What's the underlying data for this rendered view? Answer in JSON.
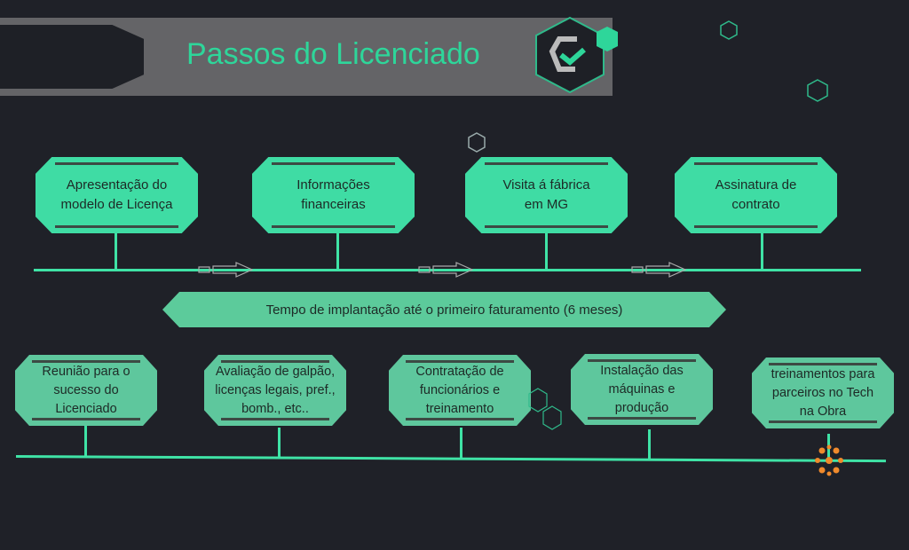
{
  "title": "Passos do Licenciado",
  "top_steps": [
    "Apresentação do modelo de Licença",
    "Informações financeiras",
    "Visita á fábrica em MG",
    "Assinatura de contrato"
  ],
  "banner": "Tempo de implantação até o primeiro faturamento (6 meses)",
  "bottom_steps": [
    "Reunião para o sucesso do Licenciado",
    "Avaliação de galpão, licenças legais, pref., bomb., etc..",
    "Contratação de funcionários e treinamento",
    "Instalação das máquinas e produção",
    "treinamentos para parceiros no Tech na Obra"
  ],
  "colors": {
    "accent": "#3fdca4",
    "background": "#1f2128",
    "header": "#646467",
    "marker": "#f08a2c"
  }
}
